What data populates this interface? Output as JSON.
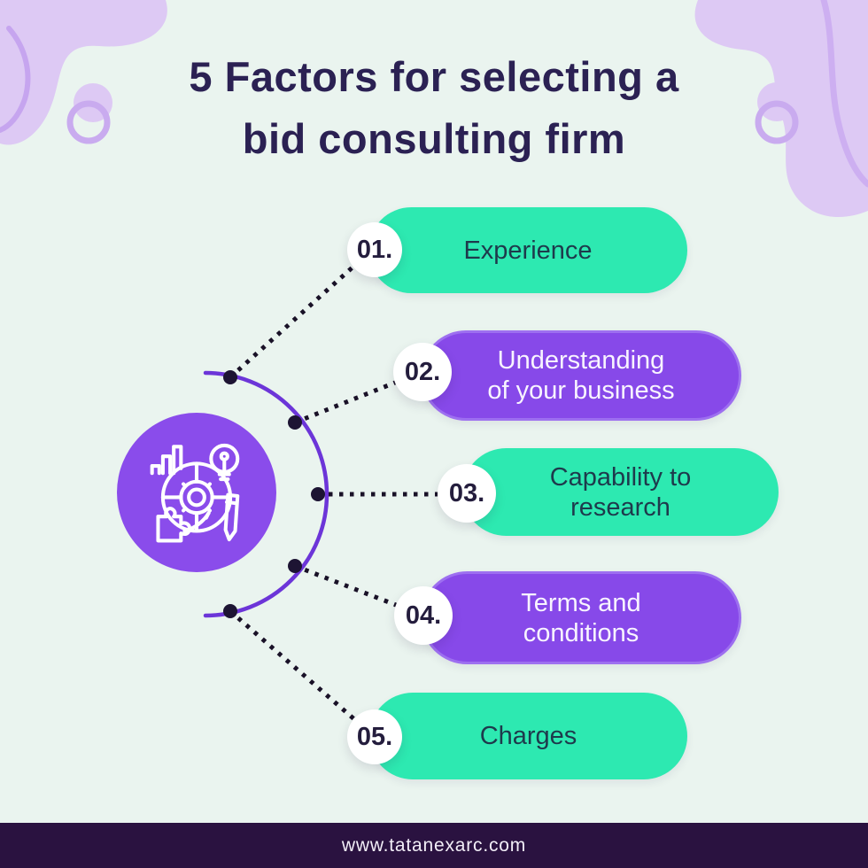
{
  "header": {
    "title_lines": [
      "5 Factors for selecting a",
      "bid consulting firm"
    ],
    "full_title": "5 Factors for selecting a bid consulting firm"
  },
  "factors": [
    {
      "number": "01.",
      "label": "Experience",
      "lines": [
        "Experience",
        ""
      ],
      "color": "teal"
    },
    {
      "number": "02.",
      "label": "Understanding of your business",
      "lines": [
        "Understanding",
        "of your business"
      ],
      "color": "purple"
    },
    {
      "number": "03.",
      "label": "Capability to research",
      "lines": [
        "Capability to",
        "research"
      ],
      "color": "teal"
    },
    {
      "number": "04.",
      "label": "Terms and conditions",
      "lines": [
        "Terms and",
        "conditions"
      ],
      "color": "purple"
    },
    {
      "number": "05.",
      "label": "Charges",
      "lines": [
        "Charges",
        ""
      ],
      "color": "teal"
    }
  ],
  "center": {
    "icon": "process-strategy-icon"
  },
  "footer": {
    "website": "www.tatanexarc.com"
  },
  "colors": {
    "background": "#eaf4ef",
    "teal": "#2de9b1",
    "purple": "#8749e9",
    "hub_purple": "#8a4ceb",
    "title_text": "#2b2153",
    "pill_dark_text": "#1e3a4c",
    "pill_light_text": "#f8f4ff",
    "footer_bg": "#2a1240",
    "connector_dots": "#191127",
    "arc_stroke": "#6c35d8",
    "blob_lavender": "#ddc9f4"
  }
}
